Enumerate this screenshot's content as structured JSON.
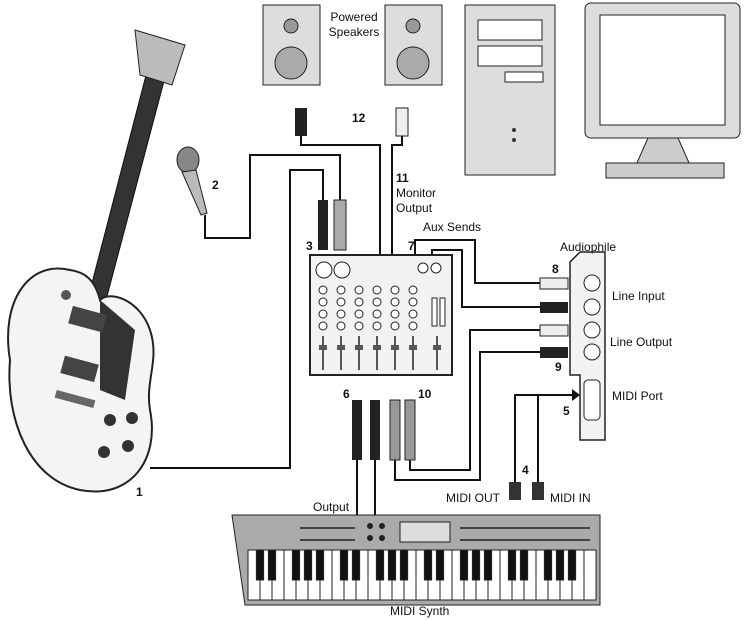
{
  "labels": {
    "powered_speakers_1": "Powered",
    "powered_speakers_2": "Speakers",
    "n12": "12",
    "n11": "11",
    "monitor_output_1": "Monitor",
    "monitor_output_2": "Output",
    "n2": "2",
    "n3": "3",
    "n7": "7",
    "aux_sends": "Aux Sends",
    "audiophile": "Audiophile",
    "n8": "8",
    "line_input": "Line Input",
    "line_output": "Line Output",
    "n9": "9",
    "midi_port": "MIDI Port",
    "n5": "5",
    "n6": "6",
    "n10": "10",
    "n4": "4",
    "midi_out": "MIDI OUT",
    "midi_in": "MIDI IN",
    "n1": "1",
    "output": "Output",
    "midi_synth": "MIDI Synth"
  },
  "colors": {
    "stroke": "#111111",
    "device": "#e6e6e6",
    "dark": "#333333"
  }
}
